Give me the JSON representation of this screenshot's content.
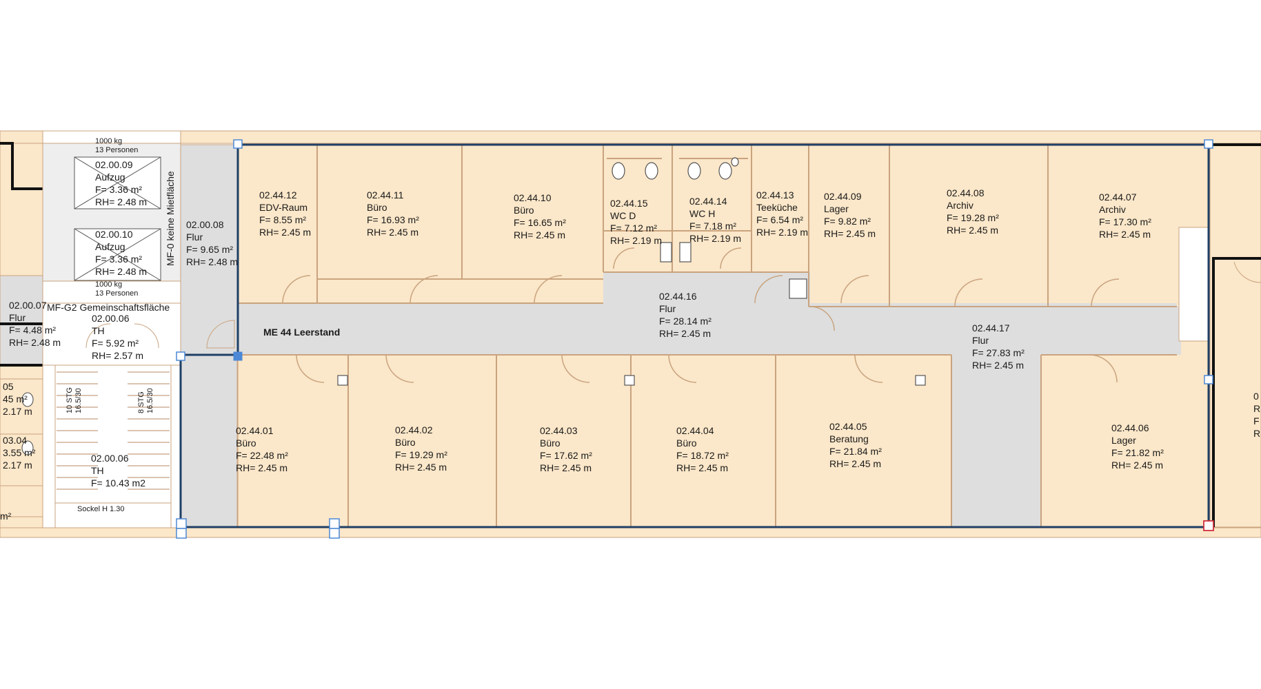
{
  "colors": {
    "room_fill": "#fbe7c9",
    "corridor_fill": "#dedede",
    "stair_fill": "#ffffff",
    "wall": "#c9a37e",
    "boundary": "#1f3f66",
    "outer_boundary": "#111111",
    "handle": "#4c88d6",
    "handle_red": "#d0303a"
  },
  "rooms": [
    {
      "id": "r12",
      "lines": [
        "02.44.12",
        "EDV-Raum",
        "F= 8.55 m²",
        "RH= 2.45 m"
      ]
    },
    {
      "id": "r11",
      "lines": [
        "02.44.11",
        "Büro",
        "F= 16.93 m²",
        "RH= 2.45 m"
      ]
    },
    {
      "id": "r10",
      "lines": [
        "02.44.10",
        "Büro",
        "F= 16.65 m²",
        "RH= 2.45 m"
      ]
    },
    {
      "id": "r15",
      "lines": [
        "02.44.15",
        "WC D",
        "F= 7.12 m²",
        "RH= 2.19 m"
      ]
    },
    {
      "id": "r14",
      "lines": [
        "02.44.14",
        "WC H",
        "F= 7.18 m²",
        "RH= 2.19 m"
      ]
    },
    {
      "id": "r13",
      "lines": [
        "02.44.13",
        "Teeküche",
        "F= 6.54 m²",
        "RH= 2.19 m"
      ]
    },
    {
      "id": "r09",
      "lines": [
        "02.44.09",
        "Lager",
        "F= 9.82 m²",
        "RH= 2.45 m"
      ]
    },
    {
      "id": "r08",
      "lines": [
        "02.44.08",
        "Archiv",
        "F= 19.28 m²",
        "RH= 2.45 m"
      ]
    },
    {
      "id": "r07",
      "lines": [
        "02.44.07",
        "Archiv",
        "F= 17.30 m²",
        "RH= 2.45 m"
      ]
    },
    {
      "id": "r16",
      "lines": [
        "02.44.16",
        "Flur",
        "F= 28.14 m²",
        "RH= 2.45 m"
      ]
    },
    {
      "id": "r17",
      "lines": [
        "02.44.17",
        "Flur",
        "F= 27.83 m²",
        "RH= 2.45 m"
      ]
    },
    {
      "id": "r01",
      "lines": [
        "02.44.01",
        "Büro",
        "F= 22.48 m²",
        "RH= 2.45 m"
      ]
    },
    {
      "id": "r02",
      "lines": [
        "02.44.02",
        "Büro",
        "F= 19.29 m²",
        "RH= 2.45 m"
      ]
    },
    {
      "id": "r03",
      "lines": [
        "02.44.03",
        "Büro",
        "F= 17.62 m²",
        "RH= 2.45 m"
      ]
    },
    {
      "id": "r04",
      "lines": [
        "02.44.04",
        "Büro",
        "F= 18.72 m²",
        "RH= 2.45 m"
      ]
    },
    {
      "id": "r05",
      "lines": [
        "02.44.05",
        "Beratung",
        "F= 21.84 m²",
        "RH= 2.45 m"
      ]
    },
    {
      "id": "r06",
      "lines": [
        "02.44.06",
        "Lager",
        "F= 21.82 m²",
        "RH= 2.45 m"
      ]
    },
    {
      "id": "lift09",
      "lines": [
        "02.00.09",
        "Aufzug",
        "F= 3.36 m²",
        "RH= 2.48 m"
      ]
    },
    {
      "id": "lift10",
      "lines": [
        "02.00.10",
        "Aufzug",
        "F= 3.36 m²",
        "RH= 2.48 m"
      ]
    },
    {
      "id": "flur08",
      "lines": [
        "02.00.08",
        "Flur",
        "F= 9.65 m²",
        "RH= 2.48 m"
      ]
    },
    {
      "id": "th06a",
      "lines": [
        "02.00.06",
        "TH",
        "F= 5.92 m²",
        "RH= 2.57 m"
      ]
    },
    {
      "id": "th06b",
      "lines": [
        "02.00.06",
        "TH",
        "F= 10.43 m2"
      ]
    },
    {
      "id": "flur07",
      "lines": [
        "02.00.07",
        "Flur",
        "F= 4.48 m²",
        "RH= 2.48 m"
      ]
    },
    {
      "id": "leftA",
      "lines": [
        "05",
        "45 m²",
        "2.17 m"
      ]
    },
    {
      "id": "leftB",
      "lines": [
        "03.04",
        "3.55 m²",
        "2.17 m"
      ]
    },
    {
      "id": "leftC",
      "lines": [
        "m²"
      ]
    },
    {
      "id": "rightEdge",
      "lines": [
        "0",
        "R",
        "F",
        "R"
      ]
    }
  ],
  "labels": {
    "me44": "ME 44 Leerstand",
    "mf_g2": "MF-G2 Gemeinschaftsfläche",
    "mf0": "MF-0 keine Mietfläche",
    "lift_capacity_top": [
      "1000 kg",
      "13 Personen"
    ],
    "lift_capacity_bottom": [
      "1000 kg",
      "13 Personen"
    ],
    "sockel": "Sockel H 1.30",
    "stair_left": [
      "10 STG",
      "16.5/30"
    ],
    "stair_right": [
      "8 STG",
      "16.5/30"
    ]
  }
}
